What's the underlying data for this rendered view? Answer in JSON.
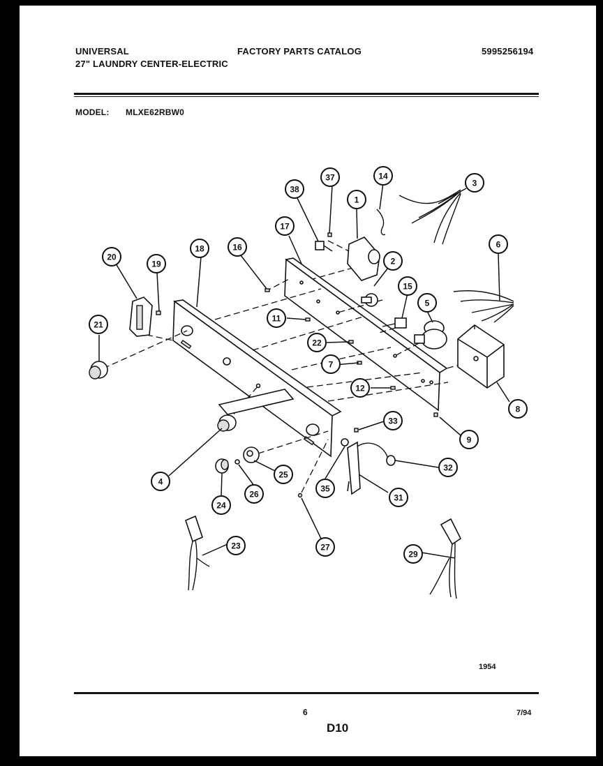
{
  "header": {
    "brand": "UNIVERSAL",
    "product": "27\" LAUNDRY CENTER-ELECTRIC",
    "catalog_title": "FACTORY PARTS CATALOG",
    "catalog_number": "5995256194"
  },
  "model": {
    "label": "MODEL:",
    "number": "MLXE62RBW0"
  },
  "diagram": {
    "callouts": [
      "1",
      "2",
      "3",
      "4",
      "5",
      "6",
      "7",
      "8",
      "9",
      "11",
      "12",
      "14",
      "15",
      "16",
      "17",
      "18",
      "19",
      "20",
      "21",
      "22",
      "23",
      "24",
      "25",
      "26",
      "27",
      "29",
      "31",
      "32",
      "33",
      "35",
      "37",
      "38"
    ]
  },
  "footer": {
    "figure_number": "1954",
    "page_number": "6",
    "date": "7/94",
    "section_code": "D10"
  }
}
